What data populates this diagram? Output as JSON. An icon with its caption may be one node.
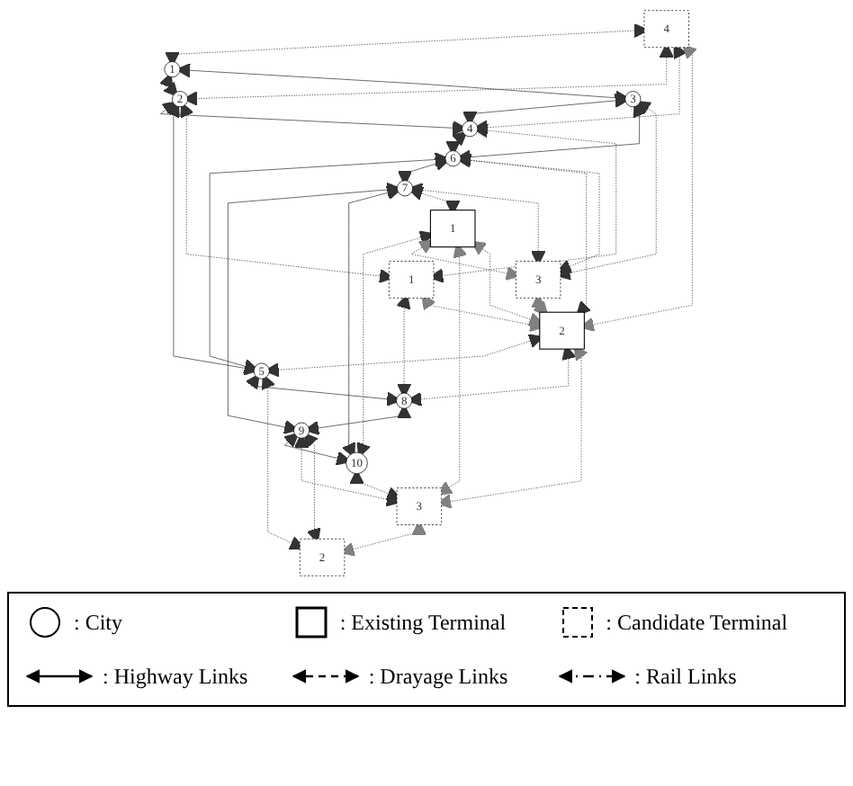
{
  "diagram": {
    "nodes": [
      {
        "text": [
          "4"
        ]
      },
      {
        "text": [
          "1"
        ]
      },
      {
        "text": [
          "2"
        ]
      },
      {
        "text": [
          "3"
        ]
      },
      {
        "text": [
          "4"
        ]
      },
      {
        "text": [
          "1"
        ]
      },
      {
        "text": [
          "5"
        ]
      },
      {
        "text": [
          "3"
        ]
      },
      {
        "text": [
          "6"
        ]
      },
      {
        "text": [
          "2"
        ]
      },
      {
        "text": [
          "8"
        ]
      },
      {
        "text": [
          "2"
        ]
      },
      {
        "text": [
          "7"
        ]
      },
      {
        "text": [
          "9"
        ]
      },
      {
        "text": [
          "1"
        ]
      },
      {
        "text": [
          "10"
        ]
      },
      {
        "text": [
          "3"
        ]
      }
    ],
    "edges": [
      {
        "from": 1,
        "to": 2,
        "arrow": "both"
      },
      {
        "from": 1,
        "to": 3,
        "arrow": "both"
      },
      {
        "from": 3,
        "to": 4,
        "arrow": "both"
      },
      {
        "from": 2,
        "to": 4,
        "arrow": "both"
      },
      {
        "from": 2,
        "to": 6,
        "arrow": "both"
      },
      {
        "from": 3,
        "to": 8,
        "arrow": "both"
      },
      {
        "from": 4,
        "to": 8,
        "arrow": "both"
      },
      {
        "from": 8,
        "to": 6,
        "arrow": "both"
      },
      {
        "from": 6,
        "to": 10,
        "arrow": "both"
      },
      {
        "from": 8,
        "to": 12,
        "arrow": "both"
      },
      {
        "from": 12,
        "to": 13,
        "arrow": "both"
      },
      {
        "from": 12,
        "to": 15,
        "arrow": "both"
      },
      {
        "from": 10,
        "to": 13,
        "arrow": "both"
      },
      {
        "from": 13,
        "to": 15,
        "arrow": "both"
      },
      {
        "from": 0,
        "to": 1,
        "arrow": "both",
        "style": "dashed"
      },
      {
        "from": 0,
        "to": 2,
        "arrow": "both",
        "style": "dashed"
      },
      {
        "from": 0,
        "to": 4,
        "arrow": "both",
        "style": "dashed"
      },
      {
        "from": 4,
        "to": 5,
        "arrow": "both",
        "style": "dashed"
      },
      {
        "from": 2,
        "to": 5,
        "arrow": "both",
        "style": "dashed"
      },
      {
        "from": 5,
        "to": 10,
        "arrow": "both",
        "style": "dashed"
      },
      {
        "from": 9,
        "to": 6,
        "arrow": "both",
        "style": "dashed"
      },
      {
        "from": 6,
        "to": 11,
        "arrow": "both",
        "style": "dashed"
      },
      {
        "from": 11,
        "to": 13,
        "arrow": "both",
        "style": "dashed"
      },
      {
        "from": 3,
        "to": 7,
        "arrow": "both",
        "style": "dashed"
      },
      {
        "from": 7,
        "to": 8,
        "arrow": "both",
        "style": "dashed"
      },
      {
        "from": 7,
        "to": 12,
        "arrow": "both",
        "style": "dashed"
      },
      {
        "from": 12,
        "to": 14,
        "arrow": "both",
        "style": "dashed"
      },
      {
        "from": 8,
        "to": 9,
        "arrow": "both",
        "style": "dashed"
      },
      {
        "from": 9,
        "to": 10,
        "arrow": "both",
        "style": "dashed"
      },
      {
        "from": 14,
        "to": 15,
        "arrow": "both",
        "style": "dashed"
      },
      {
        "from": 15,
        "to": 16,
        "arrow": "both",
        "style": "dashed"
      },
      {
        "from": 16,
        "to": 13,
        "arrow": "both",
        "style": "dashed"
      },
      {
        "from": 0,
        "to": 9,
        "arrow": "both",
        "style": "dashed",
        "color": "#808080"
      },
      {
        "from": 5,
        "to": 9,
        "arrow": "both",
        "style": "dashed",
        "color": "#808080"
      },
      {
        "from": 7,
        "to": 9,
        "arrow": "both",
        "style": "dashed",
        "color": "#808080"
      },
      {
        "from": 9,
        "to": 14,
        "arrow": "both",
        "style": "dashed",
        "color": "#808080"
      },
      {
        "from": 9,
        "to": 16,
        "arrow": "both",
        "style": "dashed",
        "color": "#808080"
      },
      {
        "from": 14,
        "to": 7,
        "arrow": "both",
        "style": "dashed",
        "color": "#808080"
      },
      {
        "from": 14,
        "to": 16,
        "arrow": "both",
        "style": "dashed",
        "color": "#808080"
      },
      {
        "from": 16,
        "to": 11,
        "arrow": "both",
        "style": "dashed",
        "color": "#808080"
      }
    ],
    "legend": [
      {
        "text": ": City"
      },
      {
        "text": ": Existing Terminal"
      },
      {
        "text": ": Candidate Terminal"
      },
      {
        "text": ": Highway Links"
      },
      {
        "text": ": Drayage Links"
      },
      {
        "text": ": Rail Links"
      }
    ]
  }
}
